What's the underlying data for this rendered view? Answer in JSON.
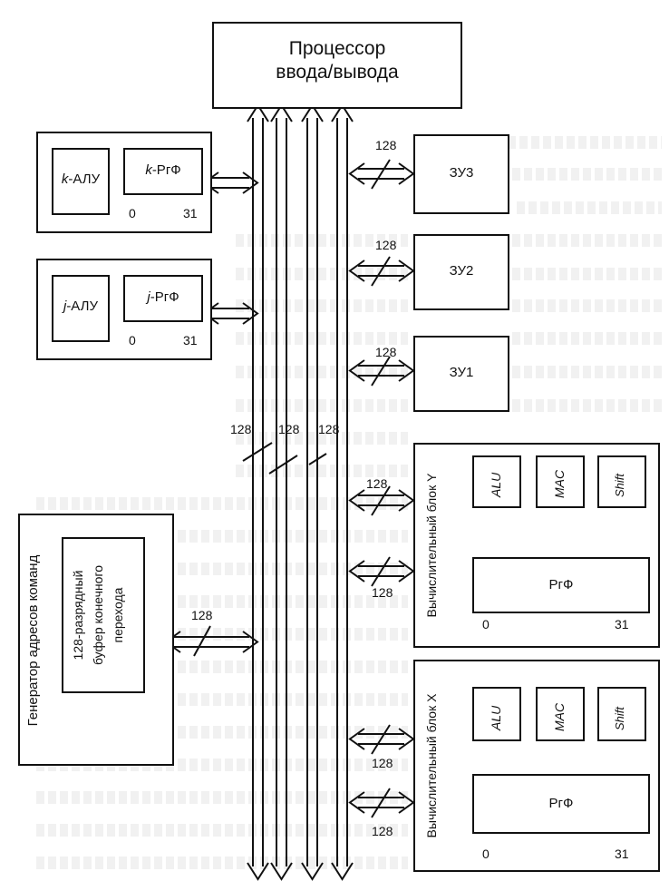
{
  "io_processor": {
    "line1": "Процессор",
    "line2": "ввода/вывода"
  },
  "k_block": {
    "alu": "k-АЛУ",
    "rf": "k-РгФ",
    "start": "0",
    "end": "31"
  },
  "j_block": {
    "alu": "j-АЛУ",
    "rf": "j-РгФ",
    "start": "0",
    "end": "31"
  },
  "memory": {
    "zu3": "ЗУ3",
    "zu2": "ЗУ2",
    "zu1": "ЗУ1"
  },
  "bus_width": "128",
  "block_y": {
    "title": "Вычислительный блок Y",
    "alu": "ALU",
    "mac": "MAC",
    "shift": "Shift",
    "rf": "РгФ",
    "start": "0",
    "end": "31"
  },
  "block_x": {
    "title": "Вычислительный блок X",
    "alu": "ALU",
    "mac": "MAC",
    "shift": "Shift",
    "rf": "РгФ",
    "start": "0",
    "end": "31"
  },
  "generator": {
    "title": "Генератор адресов команд",
    "buffer_l1": "128-разрядный",
    "buffer_l2": "буфер конечного",
    "buffer_l3": "перехода"
  }
}
